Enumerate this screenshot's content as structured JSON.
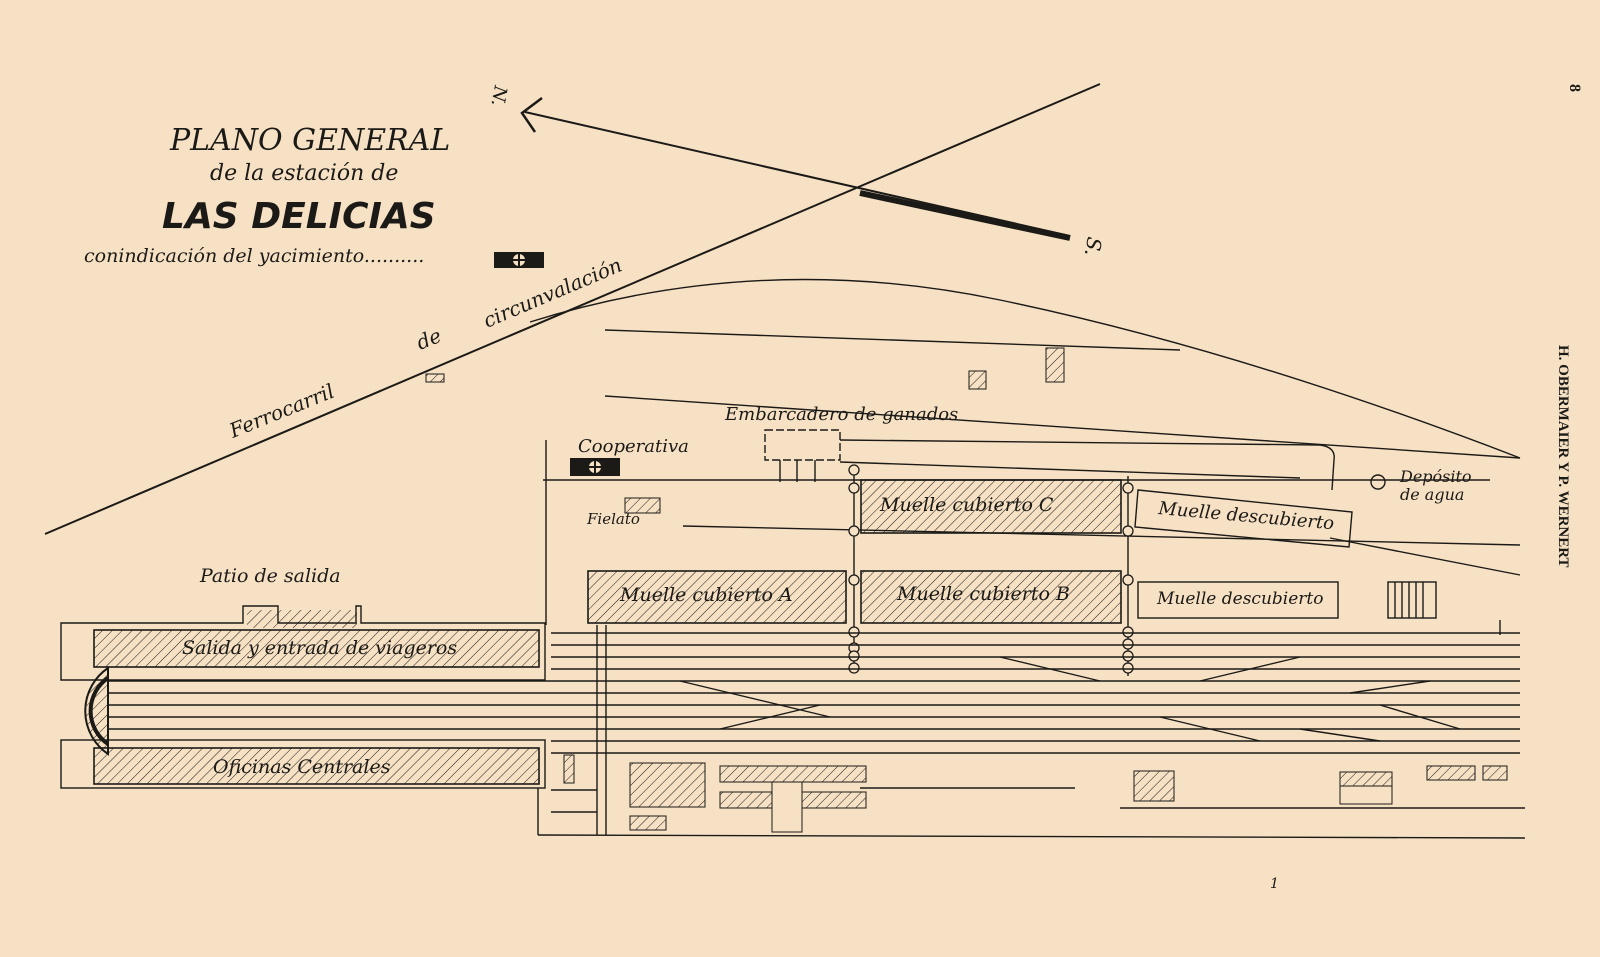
{
  "title": {
    "line1": "PLANO GENERAL",
    "line2": "de la estación de",
    "line3": "LAS DELICIAS",
    "line4": "conindicación del yacimiento.........."
  },
  "compass": {
    "north": "N.",
    "south": "S."
  },
  "labels": {
    "railway_1": "Ferrocarril",
    "railway_2": "de",
    "railway_3": "circunvalación",
    "embarcadero": "Embarcadero de ganados",
    "cooperativa": "Cooperativa",
    "fielato": "Fielato",
    "deposito_1": "Depósito",
    "deposito_2": "de agua",
    "patio": "Patio de salida",
    "muelle_c": "Muelle cubierto C",
    "muelle_a": "Muelle cubierto A",
    "muelle_b": "Muelle cubierto B",
    "muelle_desc_1": "Muelle descubierto",
    "muelle_desc_2": "Muelle descubierto",
    "salida": "Salida y entrada de viageros",
    "oficinas": "Oficinas Centrales"
  },
  "page_number": "8",
  "side_header": "H. OBERMAIER Y P. WERNERT",
  "footer_mark": "1",
  "colors": {
    "paper": "#f7e1c4",
    "ink": "#1b1a17"
  }
}
